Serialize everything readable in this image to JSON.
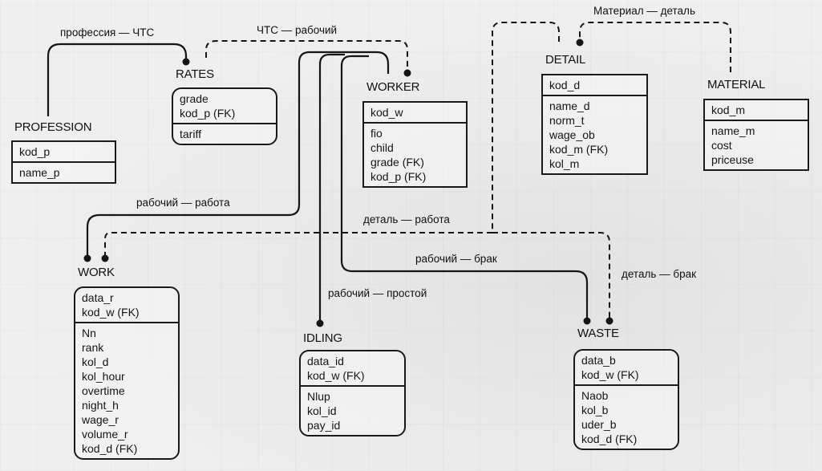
{
  "diagram": {
    "type": "ER diagram (IDEF1X)",
    "entities": {
      "profession": {
        "name": "PROFESSION",
        "key": [
          "kod_p"
        ],
        "attrs": [
          "name_p"
        ]
      },
      "rates": {
        "name": "RATES",
        "key": [
          "grade",
          "kod_p (FK)"
        ],
        "attrs": [
          "tariff"
        ]
      },
      "worker": {
        "name": "WORKER",
        "key": [
          "kod_w"
        ],
        "attrs": [
          "fio",
          "child",
          "grade (FK)",
          "kod_p (FK)"
        ]
      },
      "detail": {
        "name": "DETAIL",
        "key": [
          "kod_d"
        ],
        "attrs": [
          "name_d",
          "norm_t",
          "wage_ob",
          "kod_m (FK)",
          "kol_m"
        ]
      },
      "material": {
        "name": "MATERIAL",
        "key": [
          "kod_m"
        ],
        "attrs": [
          "name_m",
          "cost",
          "priceuse"
        ]
      },
      "work": {
        "name": "WORK",
        "key": [
          "data_r",
          "kod_w (FK)"
        ],
        "attrs": [
          "Nn",
          "rank",
          "kol_d",
          "kol_hour",
          "overtime",
          "night_h",
          "wage_r",
          "volume_r",
          "kod_d (FK)"
        ]
      },
      "idling": {
        "name": "IDLING",
        "key": [
          "data_id",
          "kod_w (FK)"
        ],
        "attrs": [
          "Nlup",
          "kol_id",
          "pay_id"
        ]
      },
      "waste": {
        "name": "WASTE",
        "key": [
          "data_b",
          "kod_w (FK)"
        ],
        "attrs": [
          "Naob",
          "kol_b",
          "uder_b",
          "kod_d (FK)"
        ]
      }
    },
    "relationships": {
      "profession_rates": {
        "label": "профессия — ЧТС",
        "style": "identifying"
      },
      "rates_worker": {
        "label": "ЧТС — рабочий",
        "style": "non-identifying"
      },
      "material_detail": {
        "label": "Материал — деталь",
        "style": "non-identifying"
      },
      "worker_work": {
        "label": "рабочий — работа",
        "style": "identifying"
      },
      "detail_work": {
        "label": "деталь — работа",
        "style": "non-identifying"
      },
      "worker_waste": {
        "label": "рабочий — брак",
        "style": "identifying"
      },
      "worker_idling": {
        "label": "рабочий — простой",
        "style": "identifying"
      },
      "detail_waste": {
        "label": "деталь — брак",
        "style": "non-identifying"
      }
    }
  }
}
